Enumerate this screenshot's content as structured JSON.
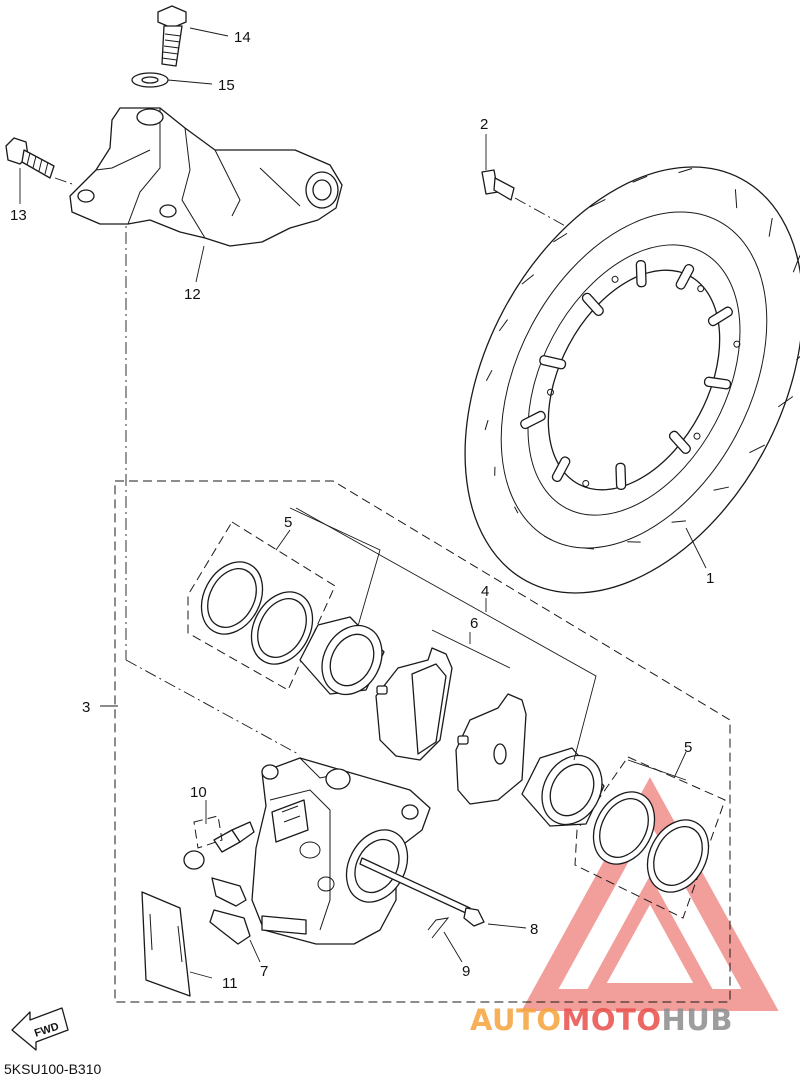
{
  "callouts": [
    {
      "id": "1",
      "text": "1"
    },
    {
      "id": "2",
      "text": "2"
    },
    {
      "id": "3",
      "text": "3"
    },
    {
      "id": "4",
      "text": "4"
    },
    {
      "id": "5a",
      "text": "5"
    },
    {
      "id": "5b",
      "text": "5"
    },
    {
      "id": "6",
      "text": "6"
    },
    {
      "id": "7",
      "text": "7"
    },
    {
      "id": "8",
      "text": "8"
    },
    {
      "id": "9",
      "text": "9"
    },
    {
      "id": "10",
      "text": "10"
    },
    {
      "id": "11",
      "text": "11"
    },
    {
      "id": "12",
      "text": "12"
    },
    {
      "id": "13",
      "text": "13"
    },
    {
      "id": "14",
      "text": "14"
    },
    {
      "id": "15",
      "text": "15"
    }
  ],
  "diagram_code": "5KSU100-B310",
  "fwd_label": "FWD",
  "watermark": {
    "part1": "AUTO",
    "part2": "MOTO",
    "part3": "HUB",
    "color_orange": "#f5a43c",
    "color_red": "#e8504b",
    "color_gray": "#8c8c8c"
  }
}
